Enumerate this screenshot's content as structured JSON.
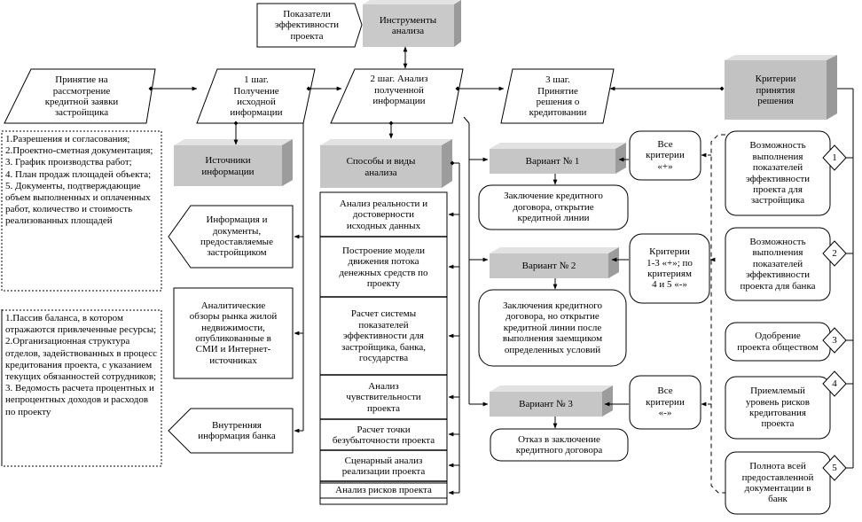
{
  "header": {
    "indicators": "Показатели\nэффективности\nпроекта",
    "tools": "Инструменты\nанализа"
  },
  "flow": {
    "accept": "Принятие на\nрассмотрение\nкредитной заявки\nзастройщика",
    "step1": "1 шаг.\nПолучение\nисходной\nинформации",
    "step2": "2 шаг. Анализ\nполученной\nинформации",
    "step3": "3 шаг.\nПринятие\nрешения о\nкредитовании",
    "criteria": "Критерии\nпринятия\nрешения"
  },
  "documents_list": "1.Разрешения и согласования;\n2.Проектно-сметная документация;\n3. График производства работ;\n4. План продаж площадей объекта;\n5. Документы, подтверждающие объем выполненных и оплаченных работ, количество и стоимость реализованных площадей",
  "bank_list": "1.Пассив баланса, в котором отражаются привлеченные ресурсы;\n2.Организационная структура отделов, задействованных в процесс кредитования проекта, с указанием текущих обязанностей сотрудников;\n3. Ведомость расчета процентных и непроцентных доходов и расходов по проекту",
  "sources": {
    "title": "Источники\nинформации",
    "items": [
      "Информация и\nдокументы,\nпредоставляемые\nзастройщиком",
      "Аналитические\nобзоры рынка жилой\nнедвижимости,\nопубликованные в\nСМИ и Интернет-\nисточниках",
      "Внутренняя\nинформация банка"
    ]
  },
  "methods": {
    "title": "Способы и виды\nанализа",
    "items": [
      "Анализ реальности и\nдостоверности\nисходных данных",
      "Построение модели\nдвижения потока\nденежных средств по\nпроекту",
      "Расчет системы\nпоказателей\nэффективности для\nзастройщика, банка,\nгосударства",
      "Анализ\nчувствительности\nпроекта",
      "Расчет точки\nбезубыточности проекта",
      "Сценарный анализ\nреализации проекта",
      "Анализ рисков проекта"
    ]
  },
  "variants": [
    {
      "title": "Вариант № 1",
      "result": "Заключение кредитного\nдоговора, открытие\nкредитной линии",
      "criteria": "Все\nкритерии\n«+»"
    },
    {
      "title": "Вариант № 2",
      "result": "Заключения кредитного\nдоговора, но открытие\nкредитной линии после\nвыполнения заемщиком\nопределенных условий",
      "criteria": "Критерии\n1-3 «+»; по\nкритериям\n4 и 5 «-»"
    },
    {
      "title": "Вариант № 3",
      "result": "Отказ в заключение\nкредитного договора",
      "criteria": "Все\nкритерии\n«-»"
    }
  ],
  "criteria_list": [
    {
      "num": "1",
      "text": "Возможность\nвыполнения\nпоказателей\nэффективности\nпроекта для\nзастройщика"
    },
    {
      "num": "2",
      "text": "Возможность\nвыполнения\nпоказателей\nэффективности\nпроекта для банка"
    },
    {
      "num": "3",
      "text": "Одобрение\nпроекта обществом"
    },
    {
      "num": "4",
      "text": "Приемлемый\nуровень рисков\nкредитования\nпроекта"
    },
    {
      "num": "5",
      "text": "Полнота всей\nпредоставленной\nдокументации в\nбанк"
    }
  ]
}
